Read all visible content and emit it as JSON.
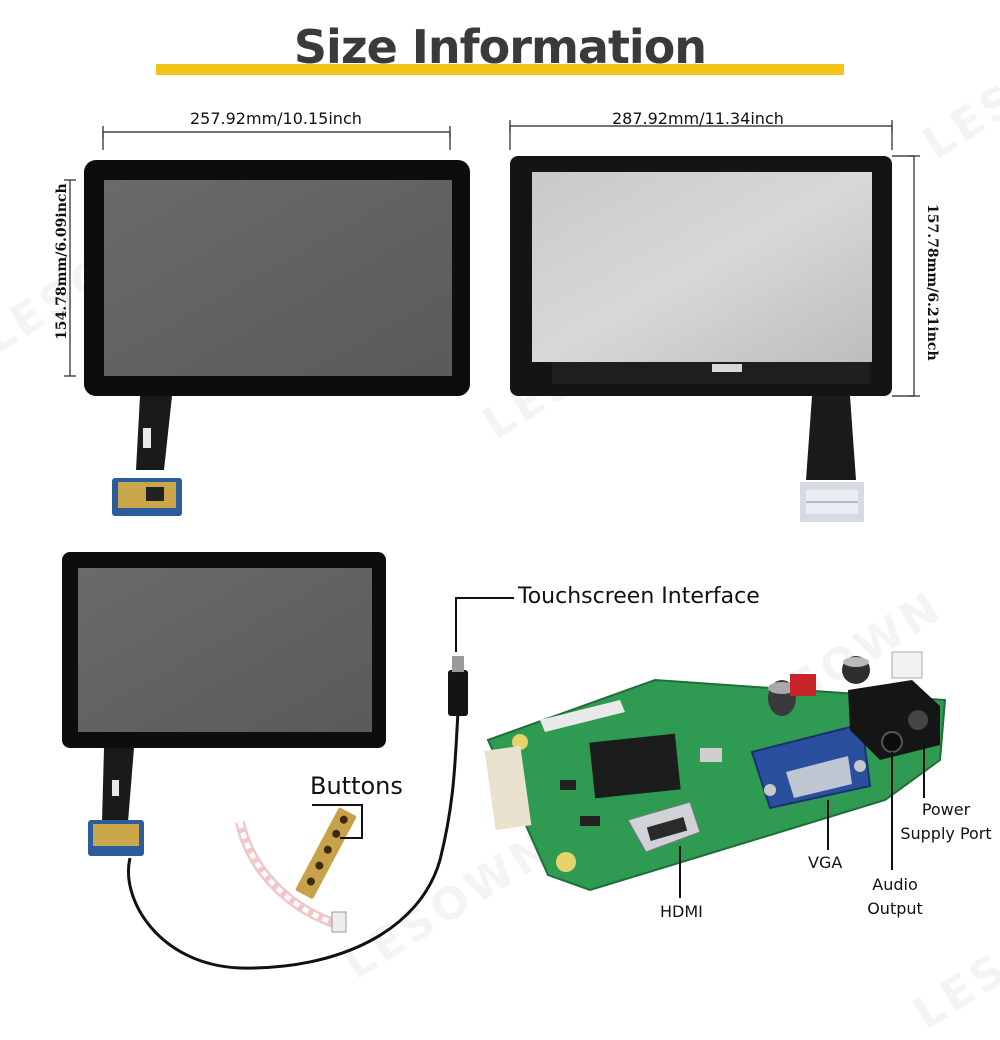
{
  "title": "Size Information",
  "watermark": "LESOWN",
  "dimensions": {
    "panel1_width": "257.92mm/10.15inch",
    "panel1_height": "154.78mm/6.09inch",
    "panel2_width": "287.92mm/11.34inch",
    "panel2_height": "157.78mm/6.21inch"
  },
  "labels": {
    "touchscreen_interface": "Touchscreen Interface",
    "buttons": "Buttons",
    "power_line1": "Power",
    "power_line2": "Supply Port",
    "vga": "VGA",
    "audio_line1": "Audio",
    "audio_line2": "Output",
    "hdmi": "HDMI"
  },
  "colors": {
    "title_bar": "#f2c41a",
    "pcb_green": "#2f9a52"
  }
}
